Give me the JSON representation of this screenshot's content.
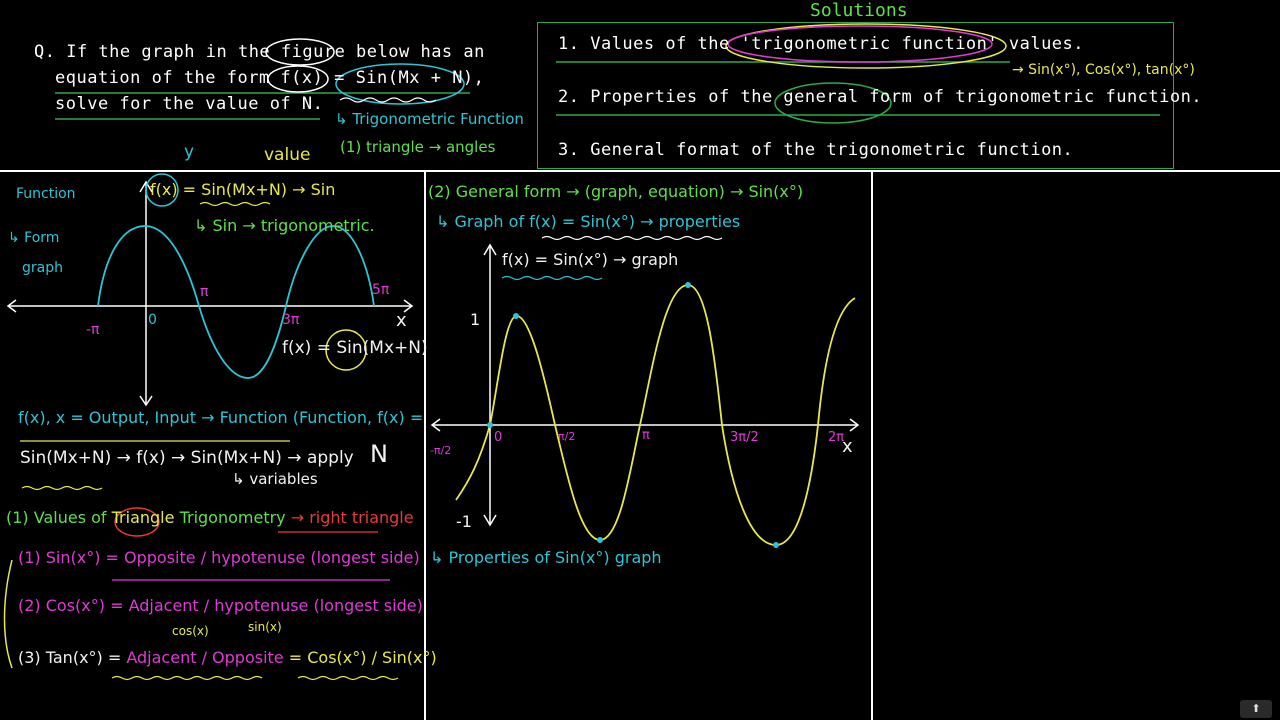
{
  "question": {
    "line1": "Q. If the graph in the figure below has an",
    "line2": "equation of the form f(x) = Sin(Mx + N),",
    "line3": "solve for the value of N."
  },
  "solutions": {
    "title": "Solutions",
    "items": [
      "1. Values of the 'trigonometric function' values.",
      "2. Properties of the general form of trigonometric function.",
      "3. General format of the trigonometric function."
    ]
  },
  "notes_top": {
    "sin_cos_tan": "→ Sin(x°), Cos(x°), tan(x°)",
    "trig_function": "↳ Trigonometric Function",
    "triangle_angles": "(1) triangle → angles",
    "value": "value",
    "y_label": "y"
  },
  "left_panel": {
    "function_label": "Function",
    "form_label": "↳ Form",
    "graph_label": "graph",
    "fx_def": "f(x) = Sin(Mx+N) → Sin",
    "sin_trig": "↳ Sin → trigonometric.",
    "axis_x": "x",
    "tick_neg_pi": "-π",
    "tick_zero": "0",
    "tick_pi": "π",
    "tick_3pi": "3π",
    "tick_5pi": "5π",
    "fx_eq": "f(x) = Sin(Mx+N)",
    "io_line": "f(x), x = Output, Input → Function (Function, f(x) =",
    "apply_line": "Sin(Mx+N) → f(x) → Sin(Mx+N) → apply",
    "n_label": "N",
    "variables": "↳ variables",
    "values_line1": "(1) Values of",
    "triangle": "Triangle",
    "trig_word": "Trigonometry",
    "right_triangle": "→ right triangle",
    "sin_line": "(1) Sin(x°) = Opposite / hypotenuse (longest side)",
    "cos_line": "(2) Cos(x°) = Adjacent / hypotenuse (longest side)",
    "tan_line_lhs": "(3) Tan(x°) =",
    "tan_line_mid": "Adjacent / Opposite",
    "tan_line_rhs": "= Cos(x°) / Sin(x°)",
    "cos_small": "cos(x)",
    "sin_small": "sin(x)"
  },
  "middle_panel": {
    "general_form": "(2) General form → (graph, equation) → Sin(x°)",
    "graph_of": "↳ Graph of f(x) = Sin(x°) → properties",
    "fx_graph": "f(x) = Sin(x°) → graph",
    "one": "1",
    "neg_one": "-1",
    "zero": "0",
    "neg_pi_half": "-π/2",
    "pi_half": "π/2",
    "pi": "π",
    "three_pi_half": "3π/2",
    "two_pi": "2π",
    "x": "x",
    "properties": "↳ Properties of Sin(x°) graph"
  },
  "nav": {
    "up_label": "⬆"
  }
}
